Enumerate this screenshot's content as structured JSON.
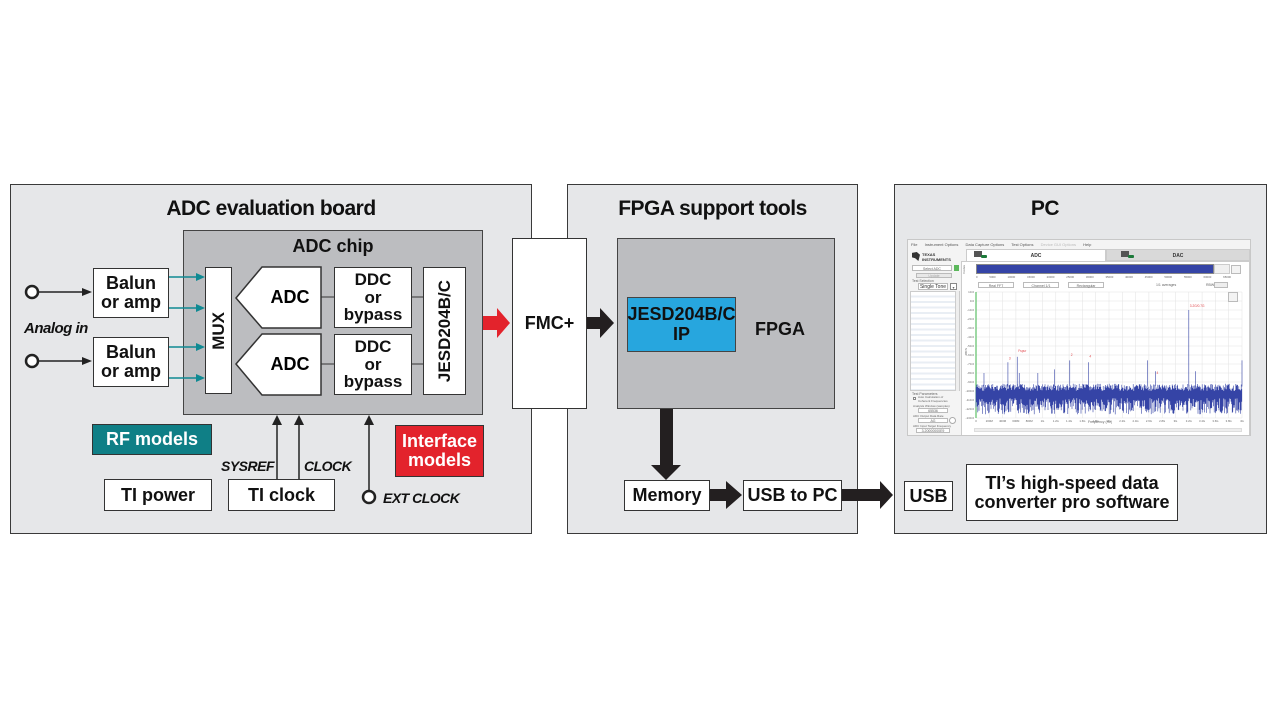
{
  "panels": {
    "adc_board": {
      "title": "ADC evaluation board",
      "adc_chip_title": "ADC chip",
      "balun_top": [
        "Balun",
        "or amp"
      ],
      "balun_bottom": [
        "Balun",
        "or amp"
      ],
      "analog_in": "Analog in",
      "mux": "MUX",
      "adc_top": "ADC",
      "adc_bottom": "ADC",
      "ddc_top": [
        "DDC",
        "or",
        "bypass"
      ],
      "ddc_bottom": [
        "DDC",
        "or",
        "bypass"
      ],
      "jesd": "JESD204B/C",
      "rf_models": "RF models",
      "interface_models": [
        "Interface",
        "models"
      ],
      "sysref": "SYSREF",
      "clock": "CLOCK",
      "ext_clock": "EXT CLOCK",
      "ti_power": "TI power",
      "ti_clock": "TI clock"
    },
    "fmc": {
      "label": "FMC+"
    },
    "fpga_tools": {
      "title": "FPGA support tools",
      "jesd_ip": [
        "JESD204B/C",
        "IP"
      ],
      "fpga": "FPGA",
      "memory": "Memory",
      "usb_to_pc": "USB to PC"
    },
    "pc": {
      "title": "PC",
      "usb": "USB",
      "software": [
        "TI’s high-speed data",
        "converter pro software"
      ]
    }
  },
  "colors": {
    "panel_bg": "#e6e7e9",
    "chip_bg": "#bcbdc0",
    "teal": "#0f8a93",
    "rf_models": "#0f7f86",
    "interface_models": "#e3232c",
    "jesd_ip": "#27a6de",
    "red_arrow": "#e3232c",
    "plot_blue": "#3544a6"
  },
  "software_screenshot": {
    "menu": [
      "File",
      "Instrument Options",
      "Data Capture Options",
      "Test Options",
      "Device GUI Options",
      "Help"
    ],
    "logo": [
      "TEXAS",
      "INSTRUMENTS"
    ],
    "tabs": [
      "ADC",
      "DAC"
    ],
    "select_adc": "Select ADC",
    "update": "Update",
    "test_selection_label": "Test Selection",
    "test_selection": "Single Tone",
    "dropdowns": [
      "Real FFT",
      "Channel 1/1",
      "Rectangular"
    ],
    "codes_label": "Codes",
    "averages": "1/1 averages",
    "rbw_label": "RBW",
    "test_parameters": "Test Parameters",
    "auto_calc": "Auto Calculation of Coherent Frequencies",
    "analysis_window": "Analysis Window (samples)",
    "analysis_window_value": "65536",
    "adc_output_data_rate": "ADC Output Data Rate",
    "adc_output_data_rate_value": "AG",
    "adc_input_target_freq": "ADC Input Target Frequency",
    "adc_input_target_freq_value": "3.20000000E9",
    "xlabel": "Frequency (Hz)",
    "ylabel": "dBFS",
    "y_ticks": [
      "10.0",
      "0.0",
      "-10.0",
      "-20.0",
      "-30.0",
      "-40.0",
      "-50.0",
      "-60.0",
      "-70.0",
      "-80.0",
      "-90.0",
      "-100.0",
      "-110.0",
      "-120.0",
      "-130.0"
    ],
    "x_ticks": [
      "0",
      "200M",
      "400M",
      "600M",
      "800M",
      "1G",
      "1.2G",
      "1.4G",
      "1.6G",
      "1.8G",
      "2G",
      "2.2G",
      "2.4G",
      "2.6G",
      "2.8G",
      "3G",
      "3.2G",
      "3.4G",
      "3.6G",
      "3.8G",
      "4G"
    ],
    "marker_labels": [
      "3",
      "Fspur",
      "2",
      "4",
      "4"
    ],
    "fundamental_label": "3.2G/0.7G",
    "top_axis_ticks": [
      "0",
      "5000",
      "10000",
      "15000",
      "20000",
      "25000",
      "30000",
      "35000",
      "40000",
      "45000",
      "50000",
      "55000",
      "60000",
      "65000"
    ]
  }
}
